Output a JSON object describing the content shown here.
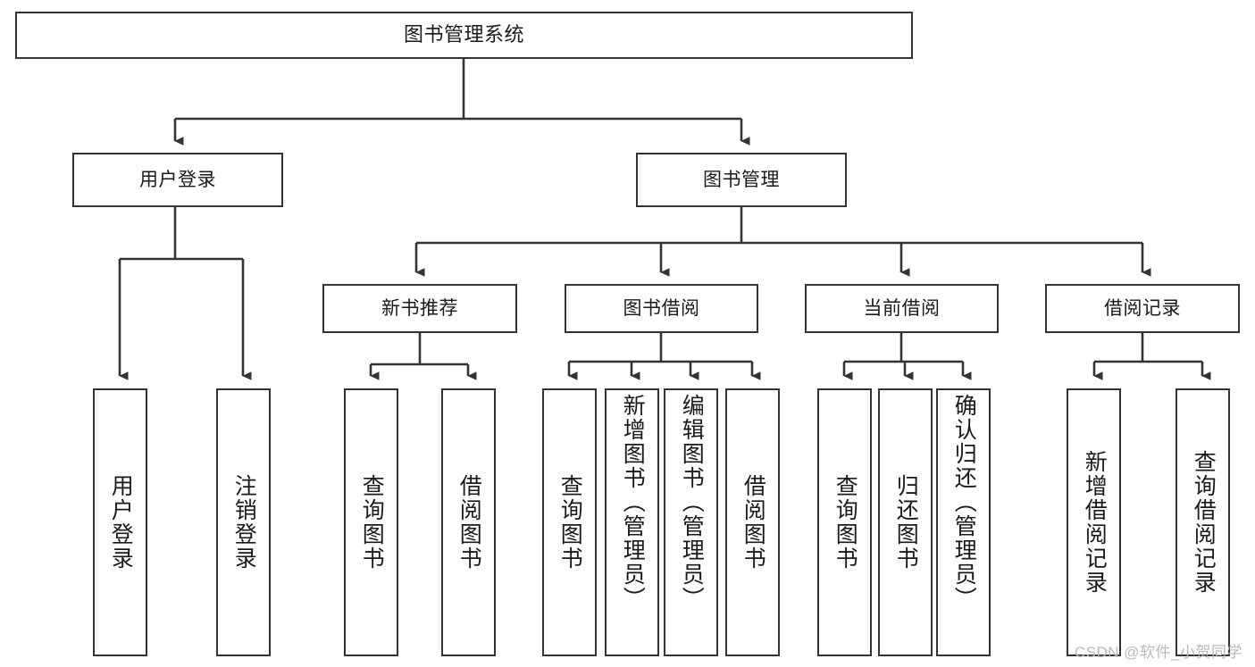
{
  "diagram": {
    "title": "图书管理系统",
    "type": "tree-structure-chart",
    "root": {
      "label": "图书管理系统"
    },
    "level2": [
      {
        "label": "用户登录"
      },
      {
        "label": "图书管理"
      }
    ],
    "level3": [
      {
        "label": "新书推荐"
      },
      {
        "label": "图书借阅"
      },
      {
        "label": "当前借阅"
      },
      {
        "label": "借阅记录"
      }
    ],
    "leaves": {
      "user_login": [
        {
          "label": "用户登录"
        },
        {
          "label": "注销登录"
        }
      ],
      "new_book_recommend": [
        {
          "label": "查询图书"
        },
        {
          "label": "借阅图书"
        }
      ],
      "book_borrow": [
        {
          "label": "查询图书"
        },
        {
          "label": "新增图书（管理员）"
        },
        {
          "label": "编辑图书（管理员）"
        },
        {
          "label": "借阅图书"
        }
      ],
      "current_borrow": [
        {
          "label": "查询图书"
        },
        {
          "label": "归还图书"
        },
        {
          "label": "确认归还（管理员）"
        }
      ],
      "borrow_records": [
        {
          "label": "新增借阅记录"
        },
        {
          "label": "查询借阅记录"
        }
      ]
    }
  },
  "watermark": {
    "text": "CSDN @软件_小贺同学"
  },
  "colors": {
    "box_border": "#333333",
    "box_fill": "#ffffff",
    "connector": "#333333",
    "text": "#1a1a1a",
    "watermark": "#b9b9b9"
  }
}
